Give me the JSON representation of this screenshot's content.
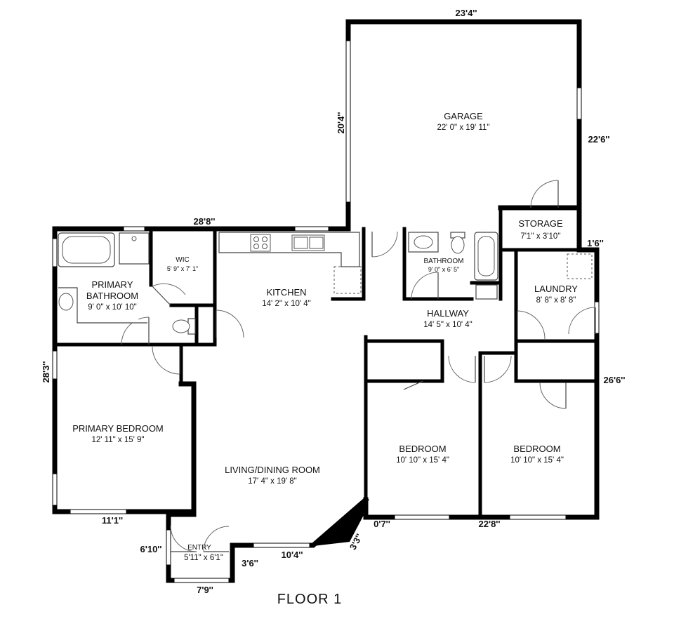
{
  "floor_title": "FLOOR 1",
  "rooms": {
    "garage": {
      "name": "GARAGE",
      "dims": "22' 0\" x 19' 11\""
    },
    "storage": {
      "name": "STORAGE",
      "dims": "7'1'' x 3'10''"
    },
    "wic": {
      "name": "WIC",
      "dims": "5' 9\" x 7' 1\""
    },
    "primary_bathroom": {
      "name_line1": "PRIMARY",
      "name_line2": "BATHROOM",
      "dims": "9' 0\" x 10' 10\""
    },
    "kitchen": {
      "name": "KITCHEN",
      "dims": "14' 2\" x 10' 4\""
    },
    "bathroom": {
      "name": "BATHROOM",
      "dims": "9' 0\" x 6' 5\""
    },
    "laundry": {
      "name": "LAUNDRY",
      "dims": "8' 8\" x 8' 8\""
    },
    "hallway": {
      "name": "HALLWAY",
      "dims": "14' 5\" x 10' 4\""
    },
    "primary_bedroom": {
      "name": "PRIMARY BEDROOM",
      "dims": "12' 11\" x 15' 9\""
    },
    "living_dining": {
      "name": "LIVING/DINING ROOM",
      "dims": "17' 4\" x 19' 8\""
    },
    "bedroom_1": {
      "name": "BEDROOM",
      "dims": "10' 10\" x 15' 4\""
    },
    "bedroom_2": {
      "name": "BEDROOM",
      "dims": "10' 10\" x 15' 4\""
    },
    "entry": {
      "name": "ENTRY",
      "dims": "5'11\" x 6'1\""
    }
  },
  "exterior_dims": {
    "garage_top": "23'4''",
    "garage_left": "20'4''",
    "garage_right": "22'6''",
    "north": "28'8''",
    "storage_step": "1'6''",
    "west": "28'3''",
    "east": "26'6''",
    "south_primary": "11'1''",
    "entry_left": "6'10''",
    "entry_bottom": "7'9''",
    "entry_right": "3'6''",
    "living_bottom": "10'4''",
    "angled": "3'3''",
    "jog": "0'7''",
    "south_bedrooms": "22'8''"
  }
}
